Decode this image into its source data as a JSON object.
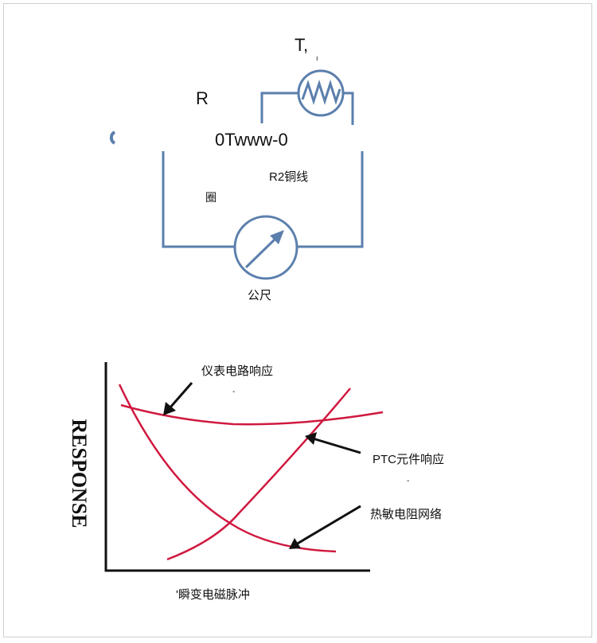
{
  "circuit": {
    "thermistor_label": "T,",
    "thermistor_sub": "ı",
    "r_label": "R",
    "wire_label": "0Twww-0",
    "r2_label": "R2铜线",
    "coil_label": "圈",
    "meter_label": "公尺",
    "wire_color": "#5b7fad"
  },
  "chart": {
    "ylabel": "RESPONSE",
    "xlabel": "'瞬变电磁脉冲",
    "curve_color": "#d0193f",
    "annotations": [
      {
        "label": "仪表电路响应",
        "dash": "-"
      },
      {
        "label": "PTC元件响应",
        "dash": "-"
      },
      {
        "label": "热敏电阻网络"
      }
    ]
  }
}
